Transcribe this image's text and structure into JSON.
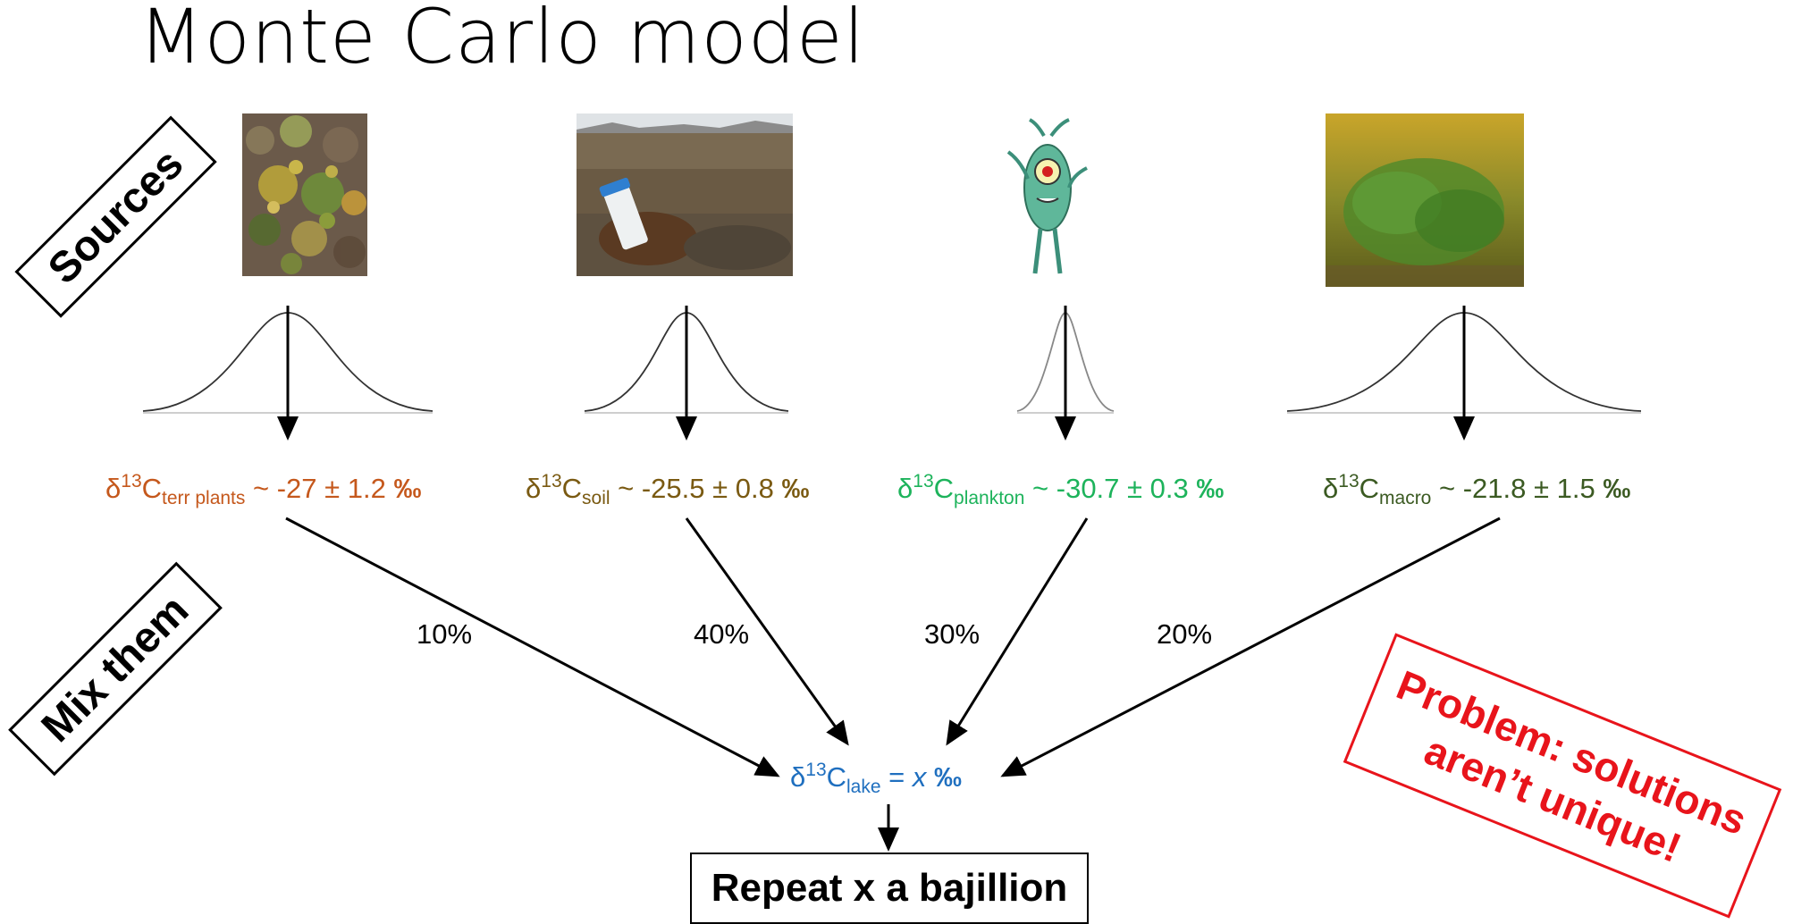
{
  "title": "Monte Carlo model",
  "tags": {
    "sources": "Sources",
    "mix": "Mix them"
  },
  "colors": {
    "terr": "#c5581c",
    "soil": "#7a5a12",
    "plankton": "#1db35b",
    "macro": "#3b5a22",
    "lake": "#1f6fbf",
    "problem": "#e8141b"
  },
  "sources": [
    {
      "pre": "δ",
      "sup": "13",
      "base": "C",
      "sub": "terr plants",
      "stat": " ~ -27 ± 1.2 ",
      "unit": "‰",
      "color": "terr",
      "percent": "10%",
      "icon": "tundra-plants-photo"
    },
    {
      "pre": "δ",
      "sup": "13",
      "base": "C",
      "sub": "soil",
      "stat": " ~ -25.5 ± 0.8 ",
      "unit": "‰",
      "color": "soil",
      "percent": "40%",
      "icon": "soil-sample-photo"
    },
    {
      "pre": "δ",
      "sup": "13",
      "base": "C",
      "sub": "plankton",
      "stat": " ~ -30.7 ± 0.3 ",
      "unit": "‰",
      "color": "plankton",
      "percent": "30%",
      "icon": "plankton-cartoon"
    },
    {
      "pre": "δ",
      "sup": "13",
      "base": "C",
      "sub": "macro",
      "stat": " ~ -21.8 ± 1.5 ",
      "unit": "‰",
      "color": "macro",
      "percent": "20%",
      "icon": "macrophyte-photo"
    }
  ],
  "lake": {
    "pre": "δ",
    "sup": "13",
    "base": "C",
    "sub": "lake",
    "eq": " = ",
    "var": "x",
    "unit": " ‰"
  },
  "repeat": "Repeat x a bajillion",
  "problem": {
    "line1": "Problem: solutions",
    "line2": "aren’t unique!"
  }
}
